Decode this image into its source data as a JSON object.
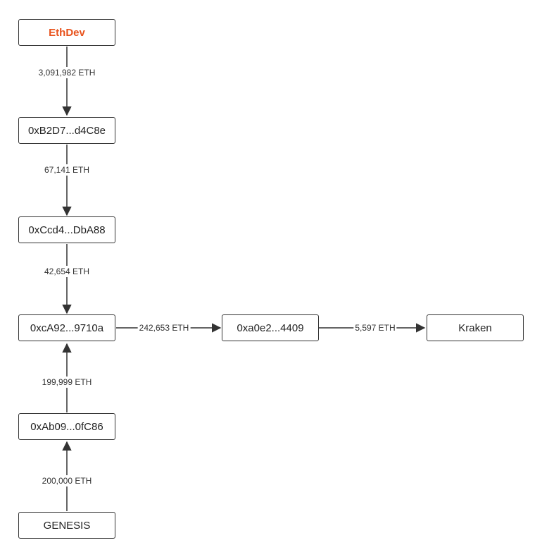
{
  "colors": {
    "line": "#333333",
    "highlight_text": "#e8521c",
    "node_border": "#333333",
    "text": "#222222"
  },
  "nodes": {
    "ethdev": {
      "label": "EthDev",
      "highlight": true
    },
    "b2d7": {
      "label": "0xB2D7...d4C8e"
    },
    "ccd4": {
      "label": "0xCcd4...DbA88"
    },
    "ca92": {
      "label": "0xcA92...9710a"
    },
    "ab09": {
      "label": "0xAb09...0fC86"
    },
    "genesis": {
      "label": "GENESIS"
    },
    "a0e2": {
      "label": "0xa0e2...4409"
    },
    "kraken": {
      "label": "Kraken"
    }
  },
  "edges": {
    "ethdev_b2d7": {
      "from": "ethdev",
      "to": "b2d7",
      "label": "3,091,982 ETH"
    },
    "b2d7_ccd4": {
      "from": "b2d7",
      "to": "ccd4",
      "label": "67,141 ETH"
    },
    "ccd4_ca92": {
      "from": "ccd4",
      "to": "ca92",
      "label": "42,654 ETH"
    },
    "ab09_ca92": {
      "from": "ab09",
      "to": "ca92",
      "label": "199,999 ETH"
    },
    "genesis_ab09": {
      "from": "genesis",
      "to": "ab09",
      "label": "200,000 ETH"
    },
    "ca92_a0e2": {
      "from": "ca92",
      "to": "a0e2",
      "label": "242,653 ETH"
    },
    "a0e2_kraken": {
      "from": "a0e2",
      "to": "kraken",
      "label": "5,597 ETH"
    }
  }
}
